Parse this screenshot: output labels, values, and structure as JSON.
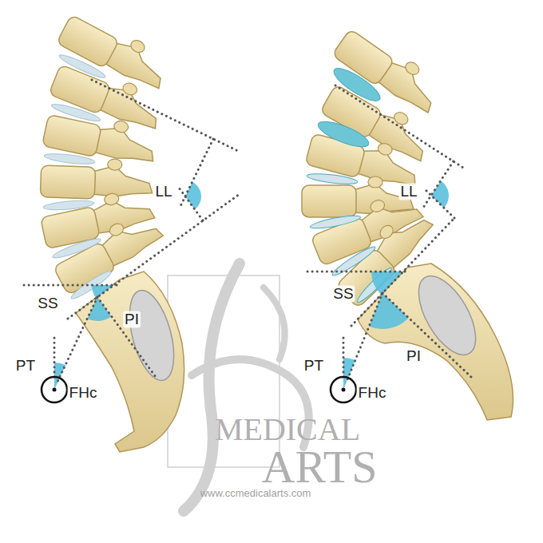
{
  "diagram": {
    "labels": [
      "LL",
      "SS",
      "PI",
      "PT",
      "FHc",
      "LL",
      "SS",
      "PI",
      "PT",
      "FHc",
      "MEDICAL",
      "ARTS",
      "www.ccmedicalarts.com"
    ]
  }
}
